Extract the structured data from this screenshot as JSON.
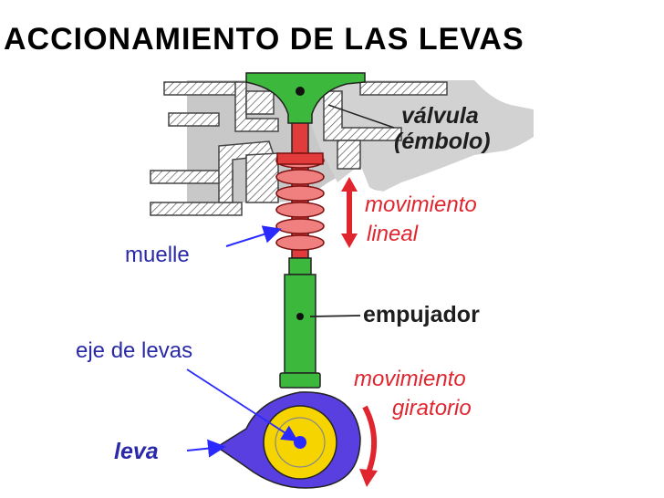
{
  "title": "ACCIONAMIENTO DE LAS LEVAS",
  "labels": {
    "valvula": "válvula",
    "embolo": "(émbolo)",
    "movimiento_lineal_1": "movimiento",
    "movimiento_lineal_2": "lineal",
    "muelle": "muelle",
    "empujador": "empujador",
    "eje_de_levas": "eje de levas",
    "movimiento_giratorio_1": "movimiento",
    "movimiento_giratorio_2": "giratorio",
    "leva": "leva"
  },
  "colors": {
    "valve_green": "#3cb83c",
    "spring_red": "#e23b3b",
    "cam_blue": "#5a3fe0",
    "cam_yellow": "#f5d400",
    "housing_gray": "#bdbdbd",
    "label_dark": "#1e1e1e",
    "label_blue": "#2a2aa8",
    "label_red": "#e0252f"
  }
}
